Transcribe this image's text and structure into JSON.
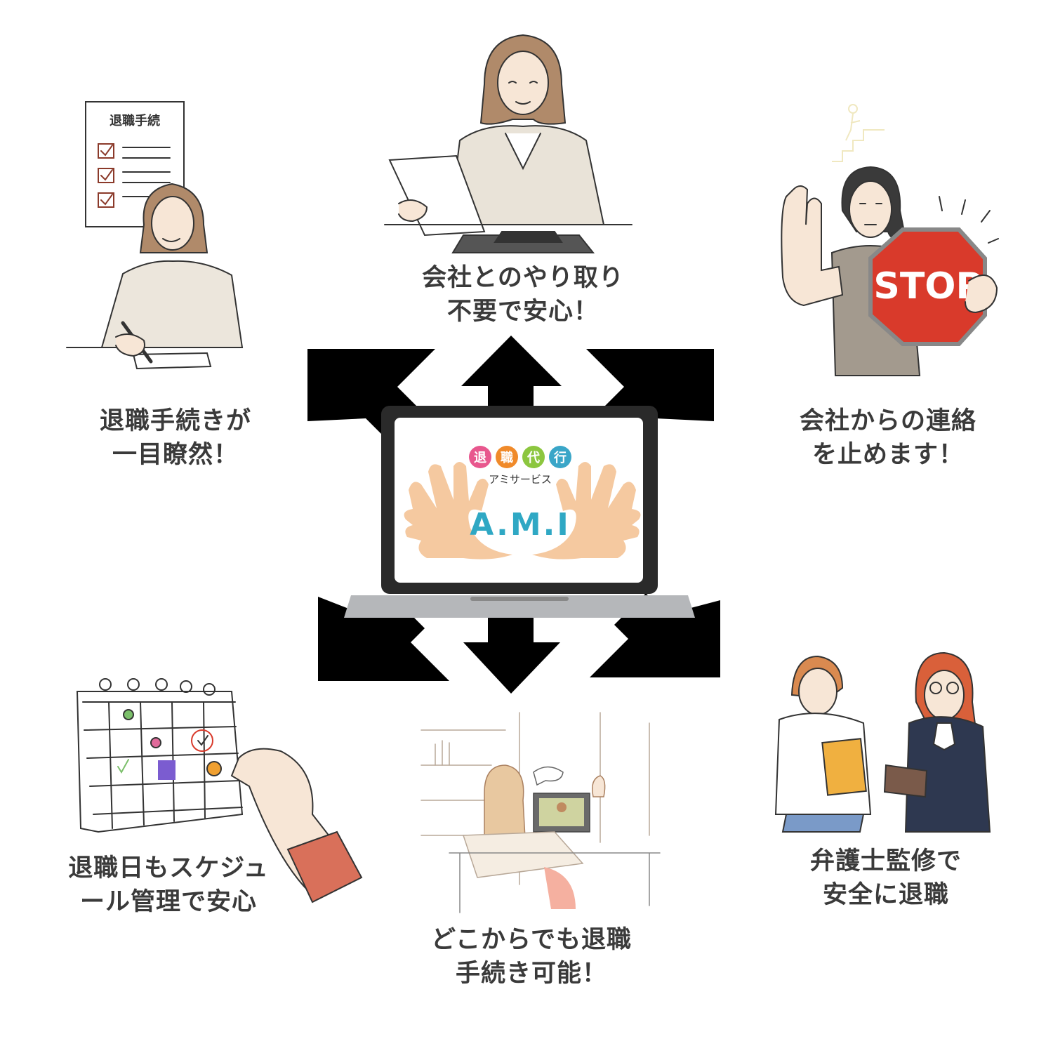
{
  "center": {
    "badge_chars": [
      "退",
      "職",
      "代",
      "行"
    ],
    "badge_colors": [
      "#e8578e",
      "#f08a2a",
      "#8cc63f",
      "#3aa6c8"
    ],
    "subtitle": "アミサービス",
    "logo_text": "A.M.I",
    "logo_color": "#2fa8c4",
    "hand_color": "#f5c9a0"
  },
  "features": [
    {
      "id": "top",
      "line1": "会社とのやり取り",
      "line2": "不要で安心！"
    },
    {
      "id": "top-left",
      "line1": "退職手続きが",
      "line2": "一目瞭然！"
    },
    {
      "id": "top-right",
      "line1": "会社からの連絡",
      "line2": "を止めます！"
    },
    {
      "id": "bottom-left",
      "line1": "退職日もスケジュ",
      "line2": "ール管理で安心"
    },
    {
      "id": "bottom",
      "line1": "どこからでも退職",
      "line2": "手続き可能！"
    },
    {
      "id": "bottom-right",
      "line1": "弁護士監修で",
      "line2": "安全に退職"
    }
  ],
  "illustrations": {
    "checklist_title": "退職手続",
    "stop_sign_text": "STOP",
    "stop_sign_color": "#d93a2b"
  }
}
